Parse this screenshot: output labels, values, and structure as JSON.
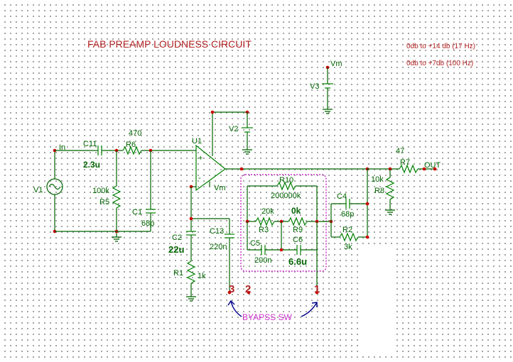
{
  "title": "FAB PREAMP LOUDNESS CIRCUIT",
  "notes": [
    "0db to +14 db (17 Hz)",
    "0db to +7db (100 Hz)"
  ],
  "labels": {
    "in": "In",
    "out": "OUT",
    "v1": "V1",
    "v2": "V2",
    "v3": "V3",
    "vm_top": "Vm",
    "vm_opamp": "Vm",
    "u1": "U1",
    "plus": "+",
    "minus": "-",
    "c11": "C11",
    "c11_val": "2.3u",
    "r6": "R6",
    "r6_val": "470",
    "r5": "R5",
    "r5_val": "100k",
    "c1": "C1",
    "c1_val": "68p",
    "c2": "C2",
    "c2_val": "22u",
    "c13": "C13",
    "c13_val": "220n",
    "r1": "R1",
    "r1_val": "1k",
    "r10": "R10",
    "r10_val": "200000k",
    "r3": "R3",
    "r3_val": "20k",
    "r9": "R9",
    "r9_val": "0k",
    "c5": "C5",
    "c5_val": "200n",
    "c6": "C6",
    "c6_val": "6.6u",
    "c4": "C4",
    "c4_val": "68p",
    "r2": "R2",
    "r2_val": "3k",
    "r7": "R7",
    "r7_val": "47",
    "r8": "R8",
    "r8_val": "10k"
  },
  "pins": [
    "3",
    "2",
    "1"
  ],
  "bypass_label": "BYAPSS SW",
  "colors": {
    "wire": "#006400",
    "node": "#cc0000",
    "title": "#b22222",
    "highlight": "#cc33cc",
    "arrow": "#00008b"
  }
}
